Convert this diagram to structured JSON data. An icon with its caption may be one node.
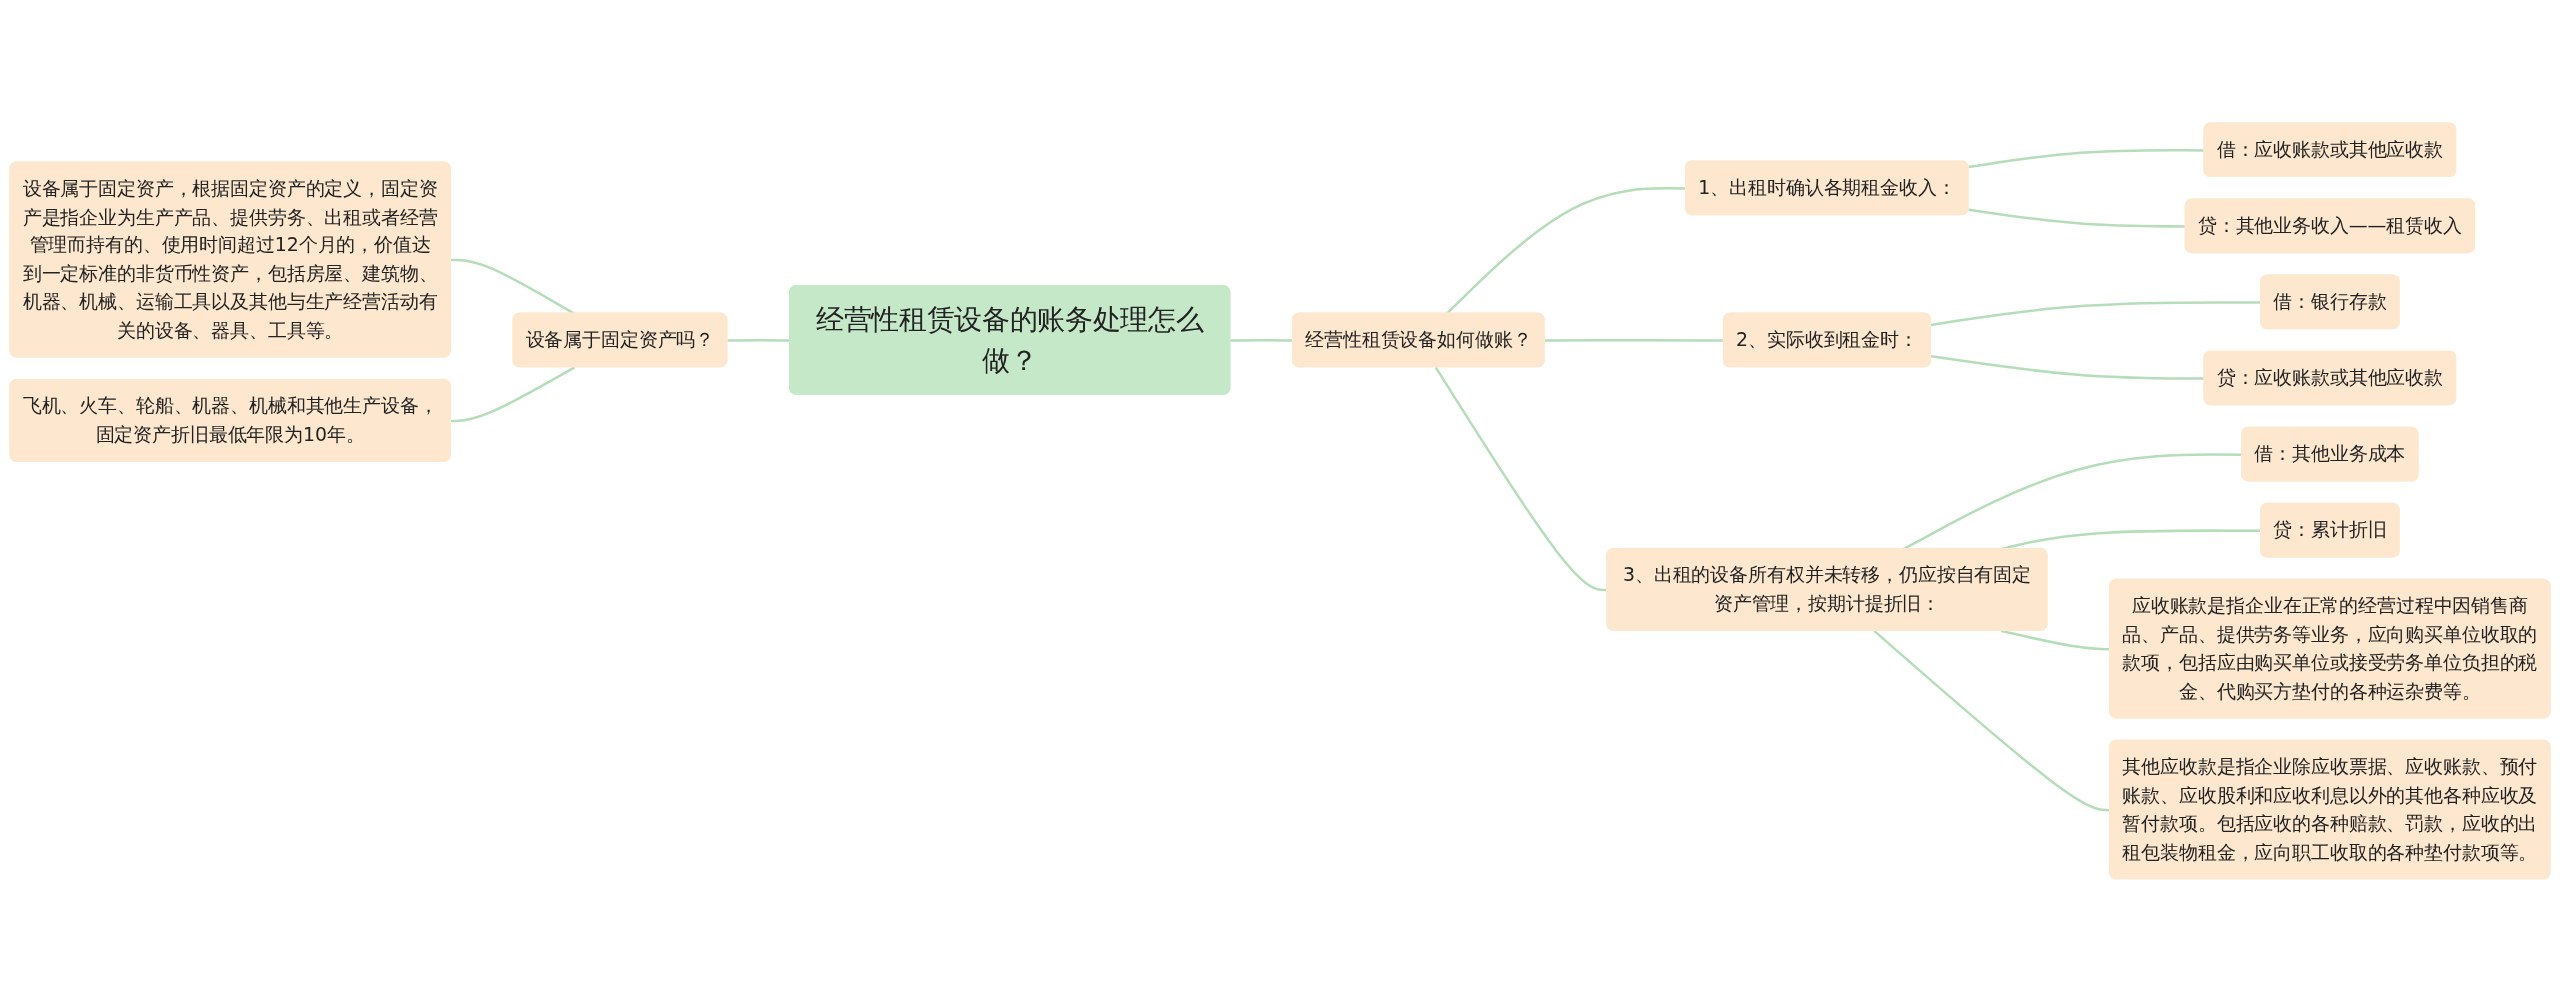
{
  "diagram": {
    "nodes": [
      {
        "text": [
          "经营性租赁设备的账务处理怎么做？"
        ]
      },
      {
        "text": [
          "设备属于固定资产吗？"
        ]
      },
      {
        "text": [
          "设备属于固定资产，根据固定资产的定义，固定资产是指企业为生产产品、提供劳务、出租或者经营管理而持有的、使用时间超过12个月的，价值达到一定标准的非货币性资产，包括房屋、建筑物、机器、机械、运输工具以及其他与生产经营活动有关的设备、器具、工具等。"
        ]
      },
      {
        "text": [
          "飞机、火车、轮船、机器、机械和其他生产设备，固定资产折旧最低年限为10年。"
        ]
      },
      {
        "text": [
          "经营性租赁设备如何做账？"
        ]
      },
      {
        "text": [
          "1、出租时确认各期租金收入："
        ]
      },
      {
        "text": [
          "借：应收账款或其他应收款"
        ]
      },
      {
        "text": [
          "贷：其他业务收入——租赁收入"
        ]
      },
      {
        "text": [
          "2、实际收到租金时："
        ]
      },
      {
        "text": [
          "借：银行存款"
        ]
      },
      {
        "text": [
          "贷：应收账款或其他应收款"
        ]
      },
      {
        "text": [
          "3、出租的设备所有权并未转移，仍应按自有固定资产管理，按期计提折旧："
        ]
      },
      {
        "text": [
          "借：其他业务成本"
        ]
      },
      {
        "text": [
          "贷：累计折旧"
        ]
      },
      {
        "text": [
          "应收账款是指企业在正常的经营过程中因销售商品、产品、提供劳务等业务，应向购买单位收取的款项，包括应由购买单位或接受劳务单位负担的税金、代购买方垫付的各种运杂费等。"
        ]
      },
      {
        "text": [
          "其他应收款是指企业除应收票据、应收账款、预付账款、应收股利和应收利息以外的其他各种应收及暂付款项。包括应收的各种赔款、罚款，应收的出租包装物租金，应向职工收取的各种垫付款项等。"
        ]
      }
    ],
    "edges": [
      {
        "from": 0,
        "to": 1,
        "arrow": "none"
      },
      {
        "from": 1,
        "to": 2,
        "arrow": "none"
      },
      {
        "from": 1,
        "to": 3,
        "arrow": "none"
      },
      {
        "from": 0,
        "to": 4,
        "arrow": "none"
      },
      {
        "from": 4,
        "to": 5,
        "arrow": "none"
      },
      {
        "from": 5,
        "to": 6,
        "arrow": "none"
      },
      {
        "from": 5,
        "to": 7,
        "arrow": "none"
      },
      {
        "from": 4,
        "to": 8,
        "arrow": "none"
      },
      {
        "from": 8,
        "to": 9,
        "arrow": "none"
      },
      {
        "from": 8,
        "to": 10,
        "arrow": "none"
      },
      {
        "from": 4,
        "to": 11,
        "arrow": "none"
      },
      {
        "from": 11,
        "to": 12,
        "arrow": "none"
      },
      {
        "from": 11,
        "to": 13,
        "arrow": "none"
      },
      {
        "from": 11,
        "to": 14,
        "arrow": "none"
      },
      {
        "from": 11,
        "to": 15,
        "arrow": "none"
      }
    ]
  }
}
